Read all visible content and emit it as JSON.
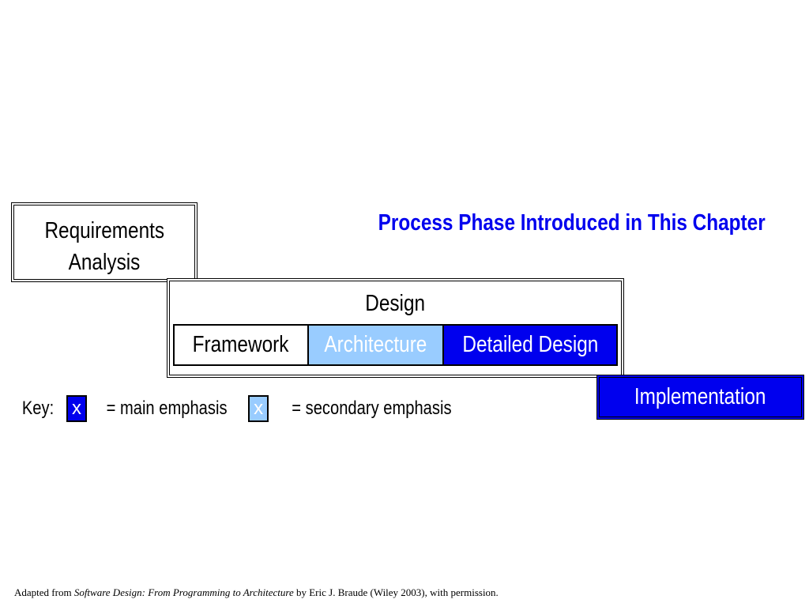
{
  "requirements": {
    "line1": "Requirements",
    "line2": "Analysis"
  },
  "title": "Process Phase Introduced in This Chapter",
  "design": {
    "label": "Design",
    "phases": [
      {
        "label": "Framework",
        "emphasis": "none"
      },
      {
        "label": "Architecture",
        "emphasis": "secondary"
      },
      {
        "label": "Detailed Design",
        "emphasis": "main"
      }
    ]
  },
  "implementation": {
    "label": "Implementation",
    "emphasis": "main"
  },
  "key": {
    "prefix": "Key:",
    "main_symbol": "x",
    "main_text": "= main emphasis",
    "secondary_symbol": "x",
    "secondary_text": "= secondary emphasis"
  },
  "colors": {
    "main": "#0000ee",
    "secondary": "#99ccff",
    "title": "#0000ee"
  },
  "credit": {
    "prefix": "Adapted from ",
    "book": "Software Design: From Programming to Architecture",
    "suffix": " by Eric J. Braude (Wiley 2003), with permission."
  }
}
